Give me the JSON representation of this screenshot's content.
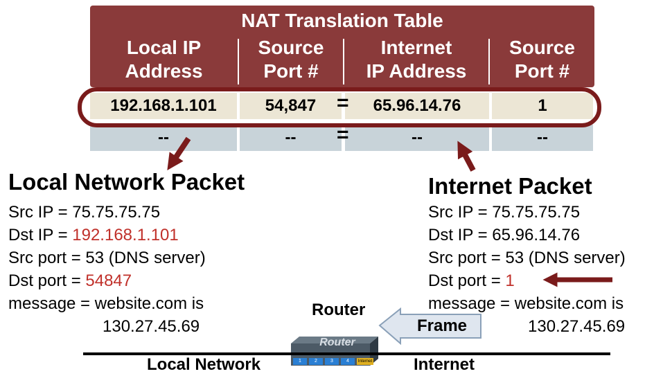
{
  "table": {
    "title": "NAT Translation Table",
    "headers": [
      {
        "line1": "Local IP",
        "line2": "Address"
      },
      {
        "line1": "Source",
        "line2": "Port #"
      },
      {
        "line1": "Internet",
        "line2": "IP Address"
      },
      {
        "line1": "Source",
        "line2": "Port #"
      }
    ],
    "rows": [
      {
        "local_ip": "192.168.1.101",
        "source_port": "54,847",
        "equals": "=",
        "internet_ip": "65.96.14.76",
        "internet_port": "1"
      },
      {
        "local_ip": "--",
        "source_port": "--",
        "equals": "=",
        "internet_ip": "--",
        "internet_port": "--"
      }
    ]
  },
  "local_packet": {
    "title": "Local Network Packet",
    "src_ip_label": "Src IP = ",
    "src_ip": "75.75.75.75",
    "dst_ip_label": "Dst IP = ",
    "dst_ip": "192.168.1.101",
    "src_port_label": "Src port = ",
    "src_port": "53 (DNS server)",
    "dst_port_label": "Dst port = ",
    "dst_port": "54847",
    "message_label": "message = website.com is",
    "message_value": "130.27.45.69"
  },
  "internet_packet": {
    "title": "Internet Packet",
    "src_ip_label": "Src IP = ",
    "src_ip": "75.75.75.75",
    "dst_ip_label": "Dst IP = ",
    "dst_ip": "65.96.14.76",
    "src_port_label": "Src port = ",
    "src_port": "53 (DNS server)",
    "dst_port_label": "Dst port = ",
    "dst_port": "1",
    "message_label": "message = website.com is",
    "message_value": "130.27.45.69"
  },
  "router": {
    "label": "Router",
    "device_text": "Router",
    "ports": [
      "1",
      "2",
      "3",
      "4",
      "Internet"
    ]
  },
  "frame_label": "Frame",
  "local_network_label": "Local Network",
  "internet_label": "Internet",
  "colors": {
    "header_bg": "#8a3a3a",
    "row1_bg": "#ece6d5",
    "row2_bg": "#c8d3d9",
    "highlight": "#7a1b1b",
    "red_text": "#c0302a",
    "arrow": "#7a1b1b"
  }
}
